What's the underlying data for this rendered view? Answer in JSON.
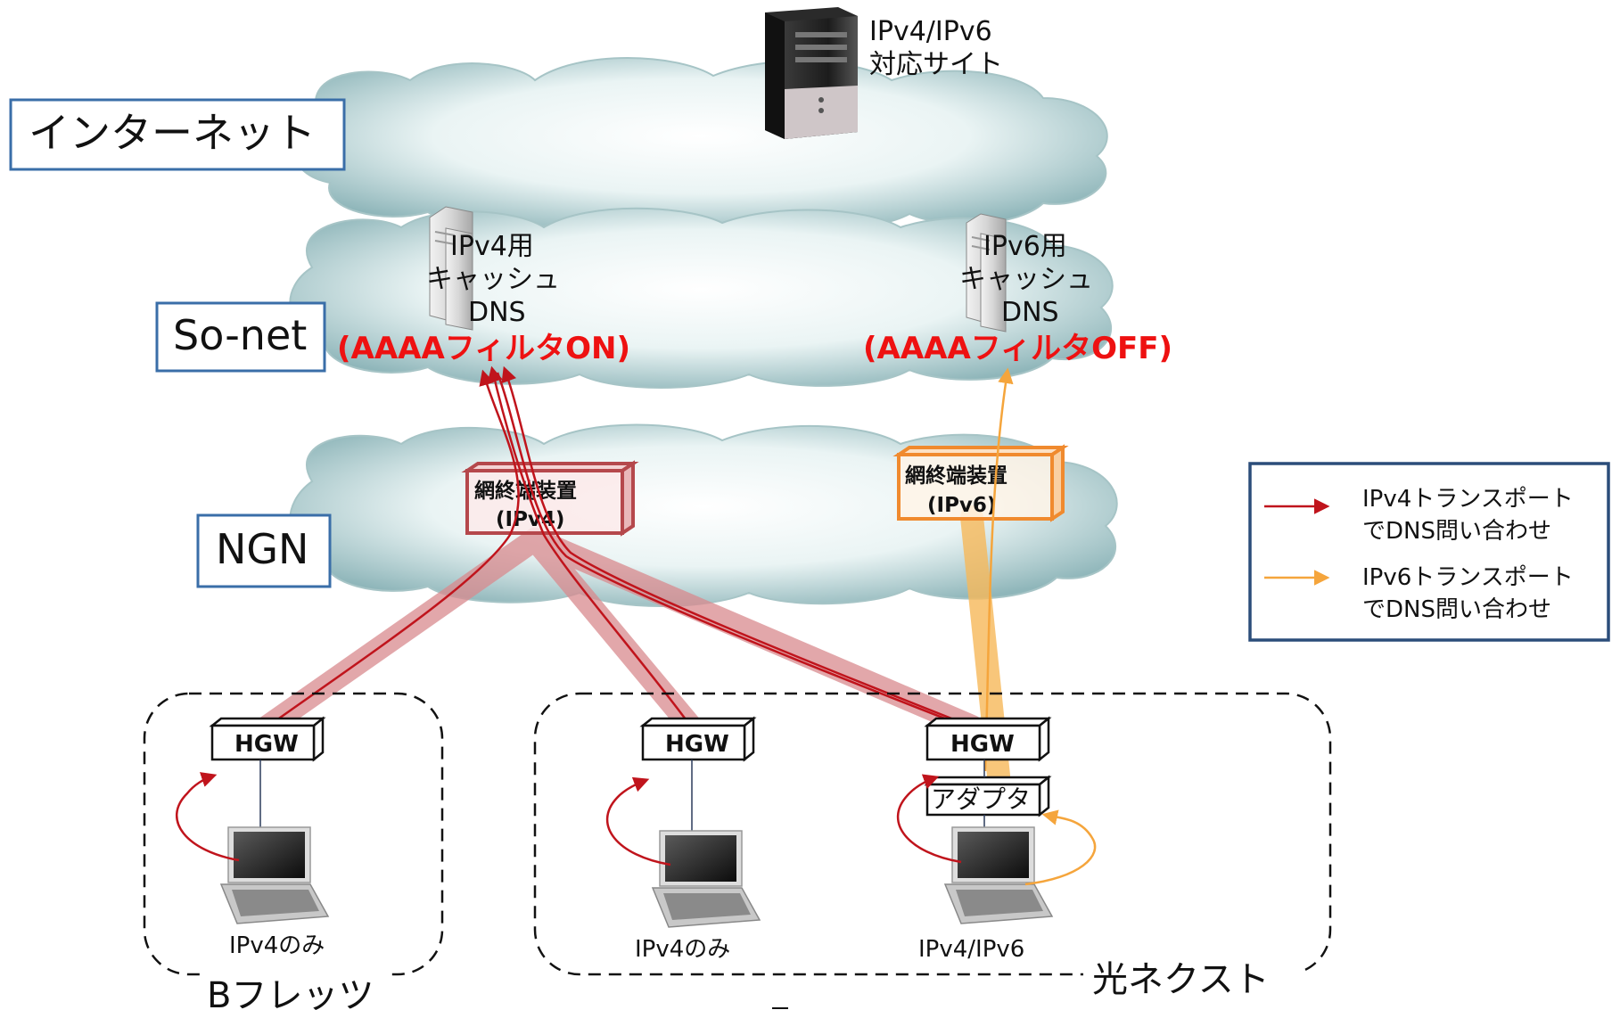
{
  "layers": {
    "internet": "インターネット",
    "sonet": "So-net",
    "ngn": "NGN"
  },
  "servers": {
    "site": [
      "IPv4/IPv6",
      "対応サイト"
    ],
    "dns_v4": [
      "IPv4用",
      "キャッシュ",
      "DNS"
    ],
    "dns_v6": [
      "IPv6用",
      "キャッシュ",
      "DNS"
    ]
  },
  "filters": {
    "on": "(AAAAフィルタON)",
    "off": "(AAAAフィルタOFF)"
  },
  "onu": {
    "v4": [
      "網終端装置",
      "(IPv4)"
    ],
    "v6": [
      "網終端装置",
      "(IPv6)"
    ]
  },
  "devices": {
    "hgw": "HGW",
    "adapter": "アダプタ"
  },
  "pcs": {
    "pc1": "IPv4のみ",
    "pc2": "IPv4のみ",
    "pc3": "IPv4/IPv6"
  },
  "areas": {
    "bflets": "Bフレッツ",
    "hikari_next": "光ネクスト"
  },
  "legend": {
    "ipv4": [
      "IPv4トランスポート",
      "でDNS問い合わせ"
    ],
    "ipv6": [
      "IPv6トランスポート",
      "でDNS問い合わせ"
    ]
  },
  "colors": {
    "ipv4_line": "#c0141c",
    "ipv4_tube": "#d98a8e",
    "ipv6_line": "#f5a53c",
    "ipv6_tube": "#f7b95a",
    "filter_text": "#ee1111",
    "layer_box_border": "#3a6ea8",
    "onu_v4_border": "#b5484c",
    "onu_v6_border": "#f08a2e"
  }
}
